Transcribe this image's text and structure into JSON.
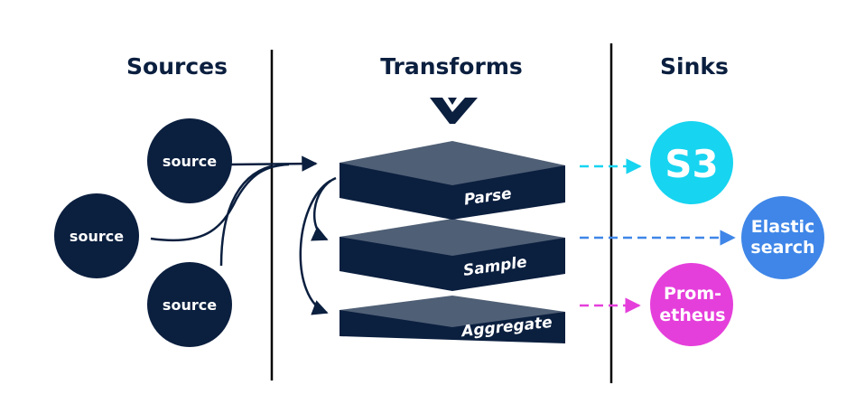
{
  "colors": {
    "dark": "#0b1f3f",
    "layer_top": "#4f5f75",
    "s3": "#17d4f0",
    "elastic": "#3f86e8",
    "prometheus": "#e53fdb",
    "divider": "#000000"
  },
  "columns": {
    "sources": "Sources",
    "transforms": "Transforms",
    "sinks": "Sinks"
  },
  "logo": {
    "icon": "vector-logo-icon"
  },
  "sources": [
    {
      "label": "source"
    },
    {
      "label": "source"
    },
    {
      "label": "source"
    }
  ],
  "transforms": [
    {
      "label": "Parse"
    },
    {
      "label": "Sample"
    },
    {
      "label": "Aggregate"
    }
  ],
  "sinks": [
    {
      "line1": "S3",
      "line2": "",
      "color": "#17d4f0"
    },
    {
      "line1": "Elastic",
      "line2": "search",
      "color": "#3f86e8"
    },
    {
      "line1": "Prom-",
      "line2": "etheus",
      "color": "#e53fdb"
    }
  ]
}
